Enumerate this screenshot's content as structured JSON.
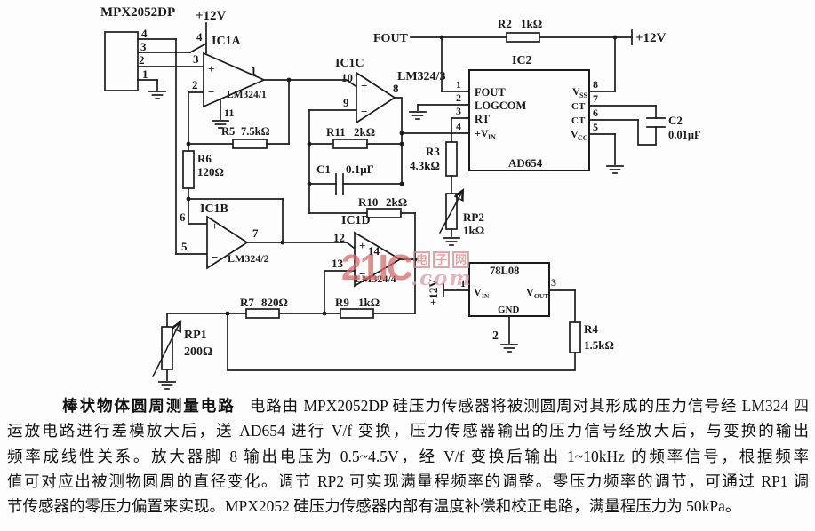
{
  "watermark": {
    "brand": "21IC",
    "box_chars": [
      "电",
      "子",
      "网"
    ],
    "dotcom": ".com"
  },
  "colors": {
    "ink": "#1c1c1c",
    "watermark": "#d96a6a"
  },
  "schematic": {
    "sensor": {
      "part": "MPX2052DP",
      "pin4": "4",
      "pin3": "3",
      "pin2": "2",
      "pin1": "1"
    },
    "power": {
      "top_left": "+12V",
      "top_right": "+12V",
      "regulator_in": "+12V"
    },
    "fout_label": "FOUT",
    "ic1a": {
      "name": "IC1A",
      "part": "LM324/1",
      "plus": "+",
      "minus": "−",
      "pin_plus": "3",
      "pin_minus": "2",
      "pin_power": "4",
      "pin_gnd": "11",
      "pin_out": "1"
    },
    "ic1b": {
      "name": "IC1B",
      "part": "LM324/2",
      "plus": "+",
      "minus": "−",
      "pin_plus": "6",
      "pin_minus": "5",
      "pin_out": "7"
    },
    "ic1c": {
      "name": "IC1C",
      "part": "LM324/3",
      "plus": "+",
      "minus": "−",
      "pin_plus": "10",
      "pin_minus": "9",
      "pin_out": "8"
    },
    "ic1d": {
      "name": "IC1D",
      "part": "LM324/4",
      "plus": "+",
      "minus": "−",
      "pin_plus": "12",
      "pin_minus": "13",
      "pin_out": "14"
    },
    "r2": {
      "ref": "R2",
      "value": "1kΩ"
    },
    "r3": {
      "ref": "R3",
      "value": "4.3kΩ"
    },
    "r4": {
      "ref": "R4",
      "value": "1.5kΩ"
    },
    "r5": {
      "ref": "R5",
      "value": "7.5kΩ"
    },
    "r6": {
      "ref": "R6",
      "value": "120Ω"
    },
    "r7": {
      "ref": "R7",
      "value": "820Ω"
    },
    "r9": {
      "ref": "R9",
      "value": "1kΩ"
    },
    "r10": {
      "ref": "R10",
      "value": "2kΩ"
    },
    "r11": {
      "ref": "R11",
      "value": "2kΩ"
    },
    "rp1": {
      "ref": "RP1",
      "value": "200Ω"
    },
    "rp2": {
      "ref": "RP2",
      "value": "1kΩ"
    },
    "c1": {
      "ref": "C1",
      "value": "0.1μF"
    },
    "c2": {
      "ref": "C2",
      "value": "0.01μF"
    },
    "ic2": {
      "name": "IC2",
      "part": "AD654",
      "pin1": "1",
      "pin2": "2",
      "pin3": "3",
      "pin4": "4",
      "pin5": "5",
      "pin6": "6",
      "pin7": "7",
      "pin8": "8",
      "fout": "FOUT",
      "logcom": "LOGCOM",
      "rt": "RT",
      "vin_main": "+V",
      "vin_sub": "IN",
      "vss_main": "V",
      "vss_sub": "SS",
      "ct7": "CT",
      "ct6": "CT",
      "vcc_main": "V",
      "vcc_sub": "CC"
    },
    "reg": {
      "part": "78L08",
      "pin_in": "1",
      "pin_gnd": "2",
      "pin_out": "3",
      "vin_main": "V",
      "vin_sub": "IN",
      "vout_main": "V",
      "vout_sub": "OUT",
      "gnd": "GND"
    }
  },
  "caption": {
    "title": "棒状物体圆周测量电路",
    "lines": [
      "电路由 MPX2052DP 硅压力传感器将被测圆周对其形成的压力信号经 LM324 四",
      "运放电路进行差模放大后，送 AD654 进行 V/f 变换，压力传感器输出的压力信号经放大后，与变换的输出",
      "频率成线性关系。放大器脚 8 输出电压为 0.5~4.5V，经 V/f 变换后输出 1~10kHz 的频率信号，根据频率",
      "值可对应出被测物圆周的直径变化。调节 RP2 可实现满量程频率的调整。零压力频率的调节，可通过 RP1 调",
      "节传感器的零压力偏置来实现。MPX2052 硅压力传感器内部有温度补偿和校正电路，满量程压力为 50kPa。"
    ]
  }
}
